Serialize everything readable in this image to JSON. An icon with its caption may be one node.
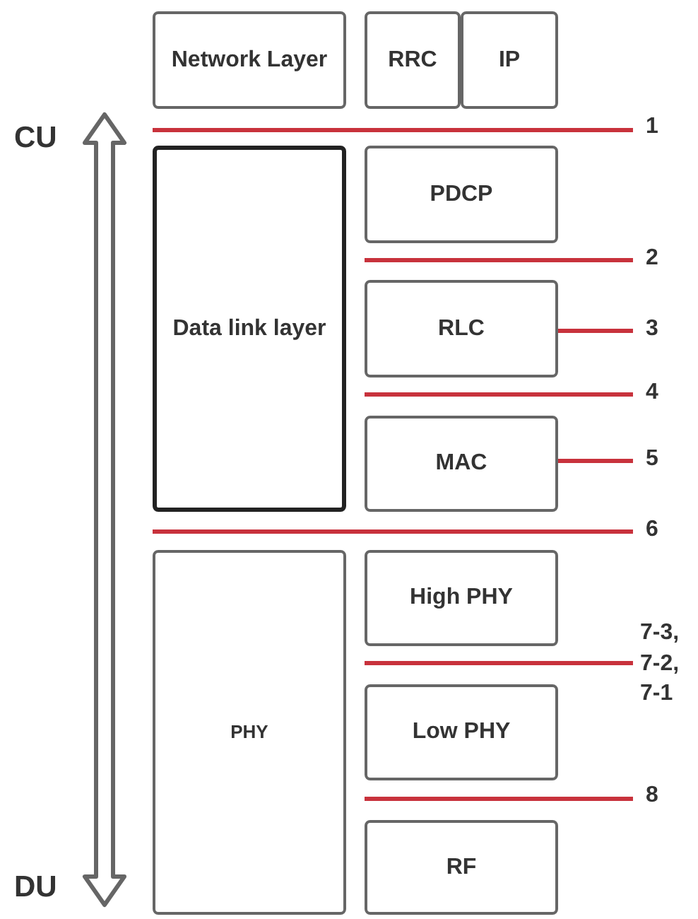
{
  "diagram": {
    "nodes": [
      {
        "text": [
          "Network Layer"
        ]
      },
      {
        "text": [
          "RRC"
        ]
      },
      {
        "text": [
          "IP"
        ]
      },
      {
        "text": [
          "Data link layer"
        ]
      },
      {
        "text": [
          "PDCP"
        ]
      },
      {
        "text": [
          "RLC"
        ]
      },
      {
        "text": [
          "MAC"
        ]
      },
      {
        "text": [
          "PHY"
        ]
      },
      {
        "text": [
          "High PHY"
        ]
      },
      {
        "text": [
          "Low PHY"
        ]
      },
      {
        "text": [
          "RF"
        ]
      }
    ],
    "labels": [
      "CU",
      "DU",
      "1",
      "2",
      "3",
      "4",
      "5",
      "6",
      "7-3, 7-2, 7-1",
      "8"
    ]
  }
}
